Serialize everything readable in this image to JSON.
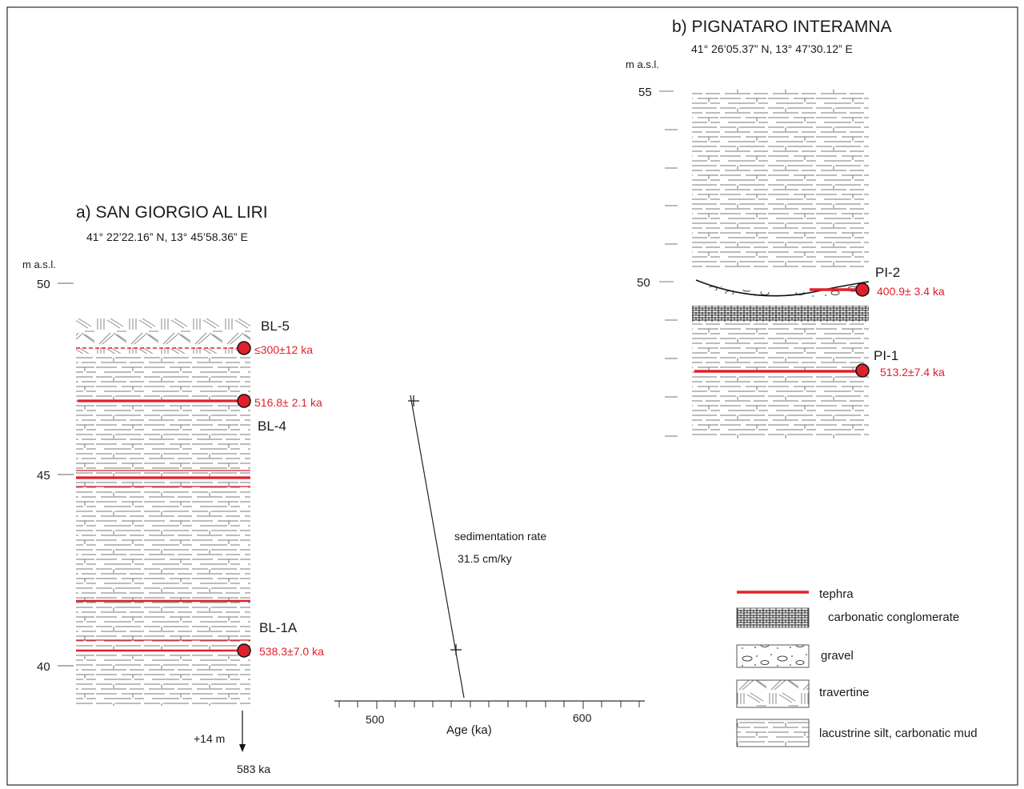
{
  "colors": {
    "tephra": "#e0202c",
    "ink": "#1a1a1a",
    "hatch": "#5a5a5a",
    "frame": "#3a3a3a"
  },
  "panel_a": {
    "title": "a) SAN GIORGIO AL LIRI",
    "coords": "41° 22’22.16” N, 13° 45’58.36” E",
    "unit": "m a.s.l.",
    "ticks": [
      "50",
      "45",
      "40"
    ],
    "samples": [
      {
        "name": "BL-5",
        "age": "≤300±12 ka"
      },
      {
        "name": "",
        "age": "516.8± 2.1 ka"
      },
      {
        "name": "BL-4",
        "age": ""
      },
      {
        "name": "BL-1A",
        "age": "538.3±7.0 ka"
      }
    ],
    "extension": "+14 m",
    "base_age": "583 ka"
  },
  "panel_b": {
    "title": "b) PIGNATARO INTERAMNA",
    "coords": "41° 26’05.37” N, 13° 47’30.12” E",
    "unit": "m a.s.l.",
    "ticks": [
      "55",
      "50"
    ],
    "samples": [
      {
        "name": "PI-2",
        "age": "400.9± 3.4 ka"
      },
      {
        "name": "PI-1",
        "age": "513.2±7.4 ka"
      }
    ]
  },
  "age_plot": {
    "ticks": [
      "500",
      "600"
    ],
    "axis_label": "Age (ka)",
    "rate_label": "sedimentation rate",
    "rate_value": "31.5 cm/ky"
  },
  "legend": {
    "items": [
      {
        "key": "tephra",
        "label": "tephra",
        "icon": "red-line"
      },
      {
        "key": "conglomerate",
        "label": "carbonatic conglomerate",
        "icon": "grid-hatch"
      },
      {
        "key": "gravel",
        "label": "gravel",
        "icon": "pebbles"
      },
      {
        "key": "travertine",
        "label": "travertine",
        "icon": "crossed-hatch"
      },
      {
        "key": "silt",
        "label": "lacustrine silt, carbonatic mud",
        "icon": "dashed-lines"
      }
    ]
  }
}
